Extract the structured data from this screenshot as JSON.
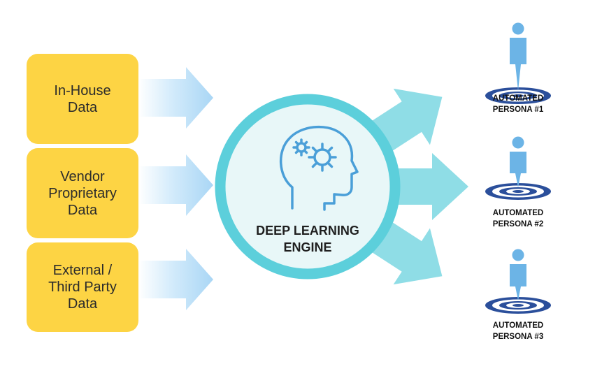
{
  "inputs": [
    {
      "label": "In-House\nData"
    },
    {
      "label": "Vendor\nProprietary\nData"
    },
    {
      "label": "External /\nThird Party\nData"
    }
  ],
  "engine": {
    "label": "DEEP LEARNING\nENGINE",
    "icon": "brain-gears-icon"
  },
  "personas": [
    {
      "label": "AUTOMATED\nPERSONA #1",
      "icon": "person-on-target-icon"
    },
    {
      "label": "AUTOMATED\nPERSONA #2",
      "icon": "person-on-target-icon"
    },
    {
      "label": "AUTOMATED\nPERSONA #3",
      "icon": "person-on-target-icon"
    }
  ],
  "colors": {
    "input_box": "#fdd444",
    "input_arrow": "#a9d6f5",
    "output_arrow": "#8fdde6",
    "engine_ring": "#5ccfdb",
    "engine_fill": "#e8f7f8",
    "icon_stroke": "#4a9fd8",
    "person": "#6cb4e6",
    "target": "#2b4f9b"
  }
}
